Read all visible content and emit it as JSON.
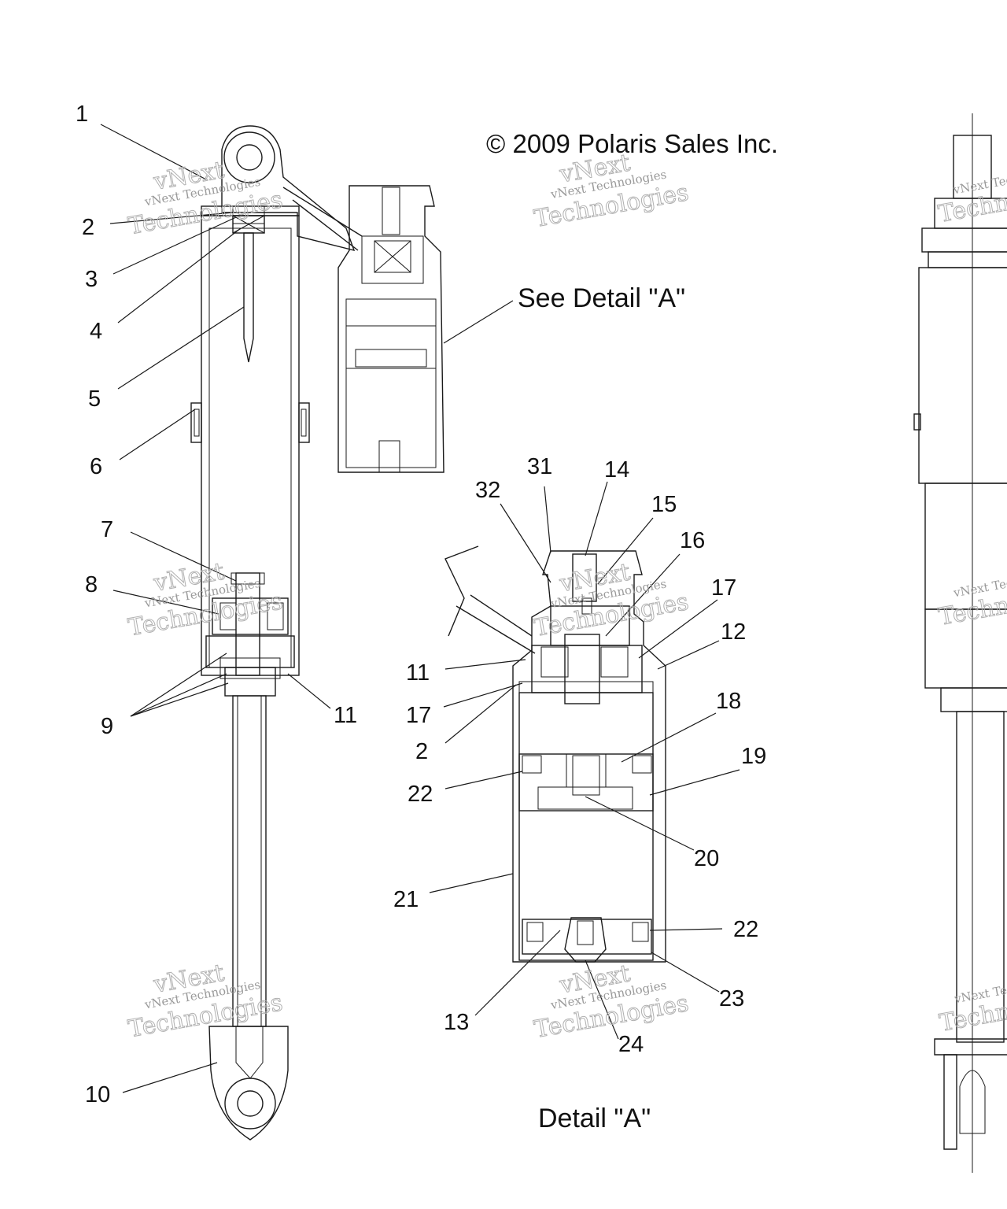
{
  "copyright": "© 2009 Polaris Sales Inc.",
  "see_detail_label": "See Detail \"A\"",
  "detail_title": "Detail \"A\"",
  "watermark": {
    "line1": "vNext",
    "line2": "vNext Technologies",
    "line3": "Technologies"
  },
  "callouts_main": [
    "1",
    "2",
    "3",
    "4",
    "5",
    "6",
    "7",
    "8",
    "9",
    "10",
    "11"
  ],
  "callouts_detail": [
    "31",
    "14",
    "32",
    "15",
    "16",
    "17",
    "12",
    "11",
    "17",
    "2",
    "18",
    "19",
    "22",
    "20",
    "21",
    "22",
    "23",
    "13",
    "24"
  ]
}
